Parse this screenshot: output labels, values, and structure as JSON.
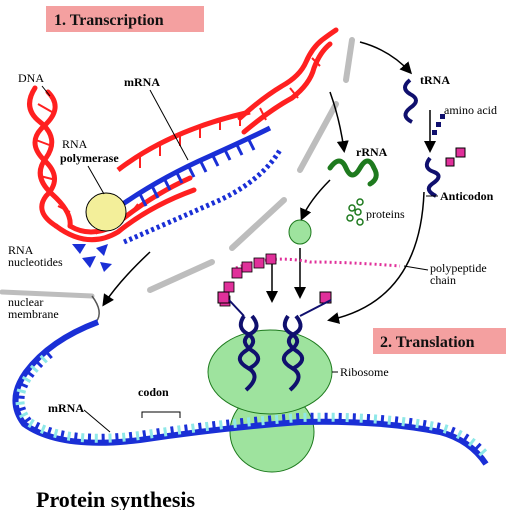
{
  "banners": {
    "transcription": "1. Transcription",
    "translation": "2. Translation"
  },
  "title": "Protein synthesis",
  "labels": {
    "dna": "DNA",
    "mrna_top": "mRNA",
    "rna_polymerase_line1": "RNA",
    "rna_polymerase_line2": "polymerase",
    "rna_nucleotides_line1": "RNA",
    "rna_nucleotides_line2": "nucleotides",
    "nuclear_membrane_line1": "nuclear",
    "nuclear_membrane_line2": "membrane",
    "trna": "tRNA",
    "amino_acid": "amino acid",
    "rrna": "rRNA",
    "proteins": "proteins",
    "anticodon": "Anticodon",
    "polypeptide_line1": "polypeptide",
    "polypeptide_line2": "chain",
    "ribosome": "Ribosome",
    "codon": "codon",
    "mrna_bottom": "mRNA"
  },
  "colors": {
    "banner_fill": "#f4a0a0",
    "dna_red": "#ff2020",
    "mrna_blue": "#1a2fd6",
    "rrna_green": "#1e7a1e",
    "trna_navy": "#10106e",
    "amino_magenta": "#e0309a",
    "ribosome_green": "#9ee39e",
    "polymerase_yellow": "#f3ef9a",
    "membrane_gray": "#bdbdbd",
    "mrna_cyan_teeth": "#8ee8e8"
  }
}
